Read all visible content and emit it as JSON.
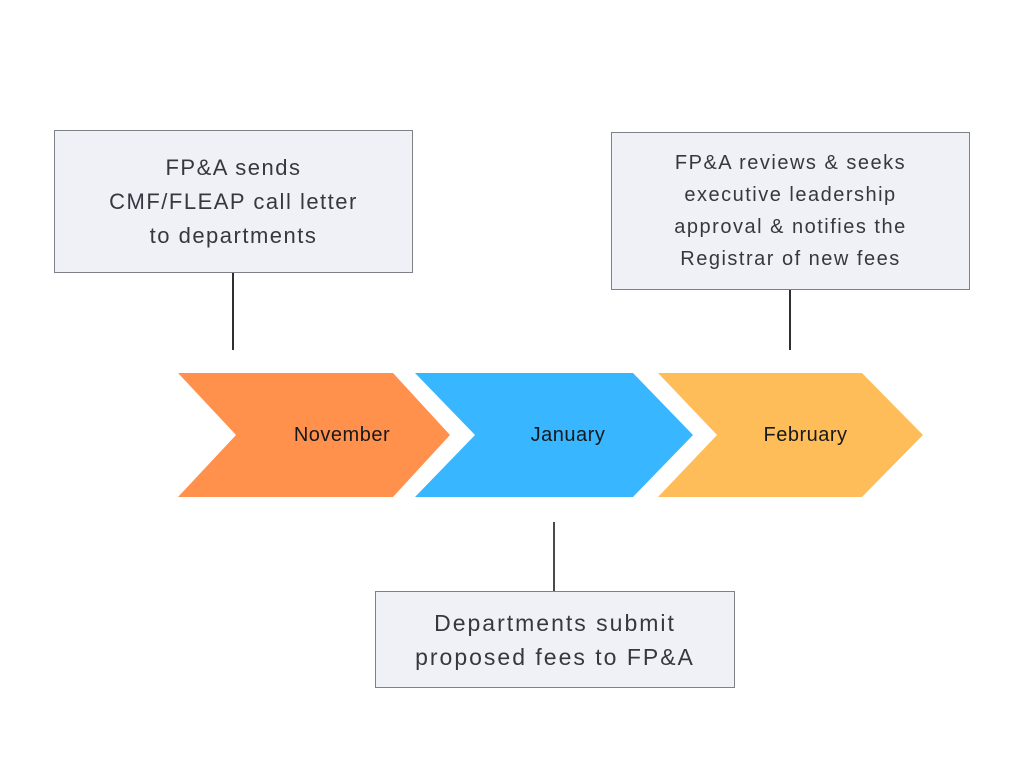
{
  "callouts": [
    {
      "position": "top-left",
      "text": "FP&A sends\nCMF/FLEAP call letter\nto departments"
    },
    {
      "position": "top-right",
      "text": "FP&A reviews & seeks\nexecutive leadership\napproval & notifies the\nRegistrar of new fees"
    },
    {
      "position": "bottom",
      "text": "Departments submit\nproposed fees to FP&A"
    }
  ],
  "timeline": {
    "items": [
      {
        "label": "November",
        "color": "#FF914D"
      },
      {
        "label": "January",
        "color": "#38B6FF"
      },
      {
        "label": "February",
        "color": "#FFBD59"
      }
    ]
  },
  "colors": {
    "background": "#FFFFFF",
    "box_fill": "#EFF1F6",
    "box_border": "#7E8288",
    "connector": "#303030",
    "box_text": "#35393F",
    "label_text": "#17191C"
  }
}
